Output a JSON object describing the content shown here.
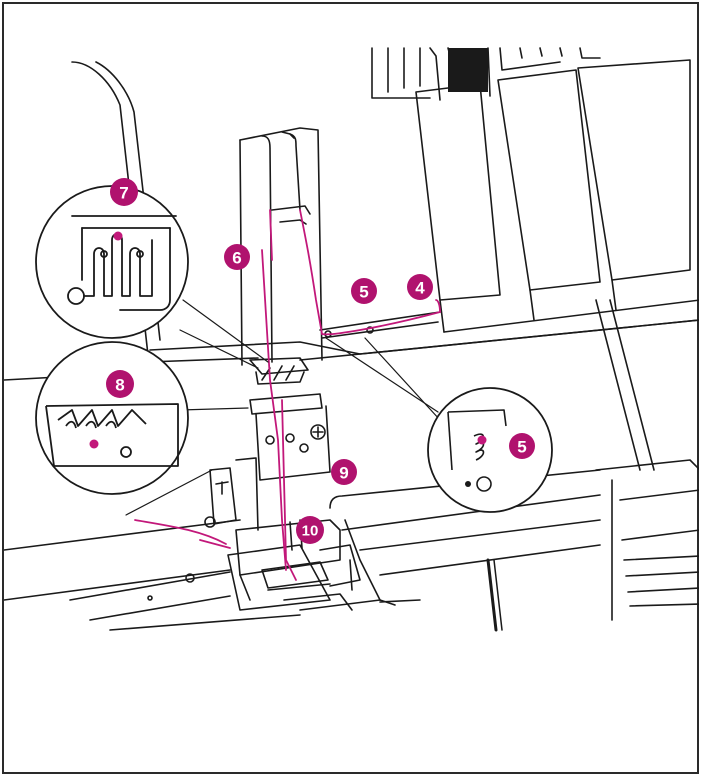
{
  "figure": {
    "border_color": "#2a2a2a",
    "line_color": "#1a1a1a",
    "thread_color": "#c2187a",
    "badge_color": "#b0126e",
    "callouts": [
      {
        "id": "c7",
        "label": "7"
      },
      {
        "id": "c6",
        "label": "6"
      },
      {
        "id": "c5a",
        "label": "5"
      },
      {
        "id": "c4",
        "label": "4"
      },
      {
        "id": "c8",
        "label": "8"
      },
      {
        "id": "c9",
        "label": "9"
      },
      {
        "id": "c10",
        "label": "10"
      },
      {
        "id": "c5b",
        "label": "5"
      }
    ]
  }
}
